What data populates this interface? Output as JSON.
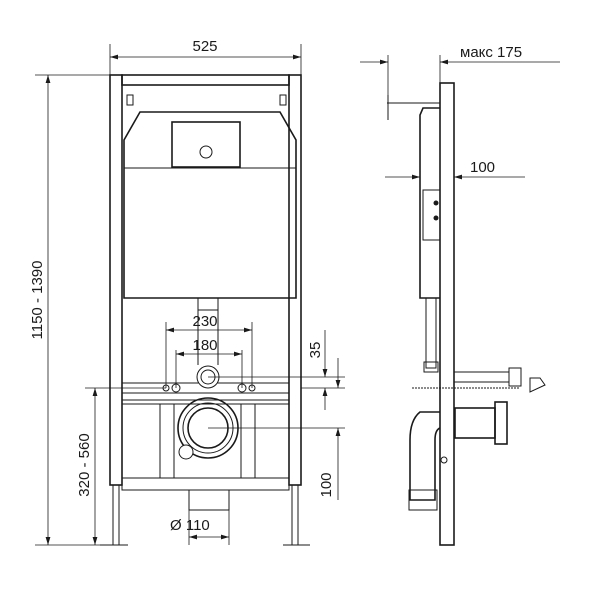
{
  "title": "Installation frame dimensions drawing",
  "front_view": {
    "width_label": "525",
    "height_label": "1150 - 1390",
    "bolt_outer_label": "230",
    "bolt_inner_label": "180",
    "offset_label": "35",
    "flush_height_label": "320 - 560",
    "drain_offset_label": "100",
    "drain_diameter_label": "Ø 110"
  },
  "side_view": {
    "depth_max_label": "макс 175",
    "frame_depth_label": "100"
  }
}
